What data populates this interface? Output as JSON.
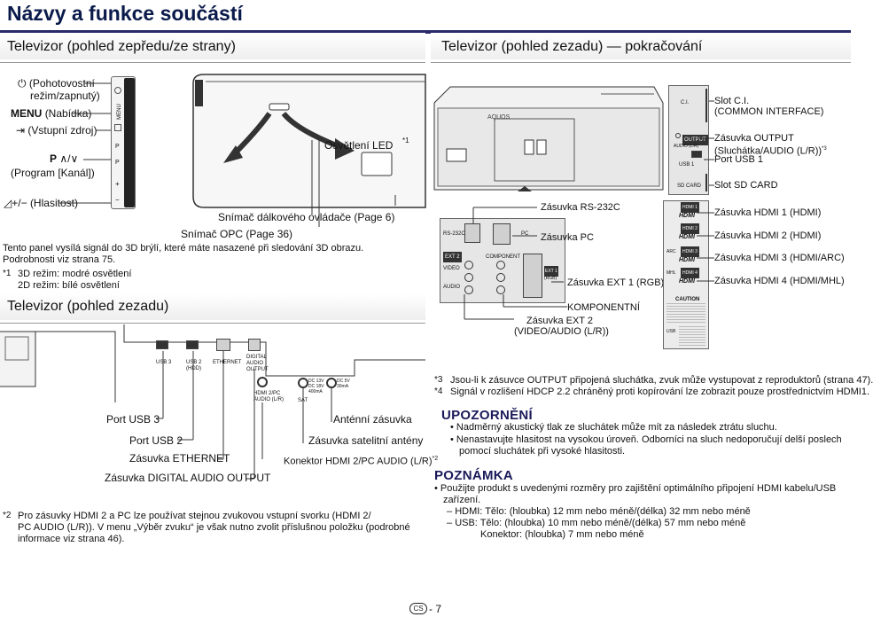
{
  "page": {
    "title": "Názvy a funkce součástí",
    "footer_badge": "CS",
    "footer_page": "- 7"
  },
  "sections": {
    "front_title": "Televizor (pohled zepředu/ze strany)",
    "rear_continued_title": "Televizor (pohled zezadu) — pokračování",
    "rear_title": "Televizor (pohled zezadu)"
  },
  "front_labels": {
    "power_line1": "(Pohotovostní",
    "power_line2": "režim/zapnutý)",
    "menu_key": "MENU",
    "menu_text": "(Nabídka)",
    "input": "(Vstupní zdroj)",
    "program_key": "P",
    "program_text": "(Program [Kanál])",
    "volume_key": "+/−",
    "volume_text": "(Hlasitost)",
    "led": "Osvětlení LED",
    "led_footnote_mark": "*1",
    "remote_sensor": "Snímač dálkového ovládače (Page 6)",
    "opc_sensor": "Snímač OPC (Page 36)",
    "panel_note_1": "Tento panel vysílá signál do 3D brýlí, které máte nasazené při sledování 3D obrazu.",
    "panel_note_2": "Podrobnosti viz strana 75.",
    "fn1_mark": "*1",
    "fn1_line1": "3D režim: modré osvětlení",
    "fn1_line2": "2D režim: bílé osvětlení",
    "side_button_letters": [
      "MENU",
      "P",
      "P",
      "+",
      "−"
    ]
  },
  "rear_continued_labels": {
    "logo": "AQUOS",
    "ci_slot_line1": "Slot C.I.",
    "ci_slot_line2": "(COMMON INTERFACE)",
    "output_line1": "Zásuvka OUTPUT",
    "output_line2": "(Sluchátka/AUDIO (L/R))",
    "output_mark": "*3",
    "usb1": "Port USB 1",
    "sd": "Slot SD CARD",
    "rs232c": "Zásuvka RS-232C",
    "pc": "Zásuvka PC",
    "ext1": "Zásuvka EXT 1 (RGB)",
    "component": "KOMPONENTNÍ",
    "ext2_line1": "Zásuvka EXT 2",
    "ext2_line2": "(VIDEO/AUDIO (L/R))",
    "hdmi1": "Zásuvka HDMI 1 (HDMI)",
    "hdmi2": "Zásuvka HDMI 2 (HDMI)",
    "hdmi3": "Zásuvka HDMI 3 (HDMI/ARC)",
    "hdmi4": "Zásuvka HDMI 4 (HDMI/MHL)",
    "panel_ci": "C.I.",
    "panel_output": "OUTPUT",
    "panel_audio": "AUDIO (L/R)",
    "panel_usb1": "USB 1",
    "panel_sd": "SD CARD",
    "panel_hdmi_labels": [
      "HDMI 1",
      "HDMI 2",
      "HDMI 3",
      "HDMI 4"
    ],
    "panel_hdmi_logo": "HDMI",
    "panel_arc": "ARC",
    "panel_mhl": "MHL",
    "panel_rs232c": "RS-232C",
    "panel_pc": "PC",
    "panel_ext2": "EXT 2",
    "panel_component": "COMPONENT",
    "panel_video": "VIDEO",
    "panel_audio_lr": "AUDIO",
    "panel_ext1": "EXT 1",
    "panel_rgb": "(RGB)",
    "panel_caution": "CAUTION",
    "panel_usb": "USB"
  },
  "rear_labels": {
    "usb3": "Port USB 3",
    "usb2": "Port USB 2",
    "ethernet": "Zásuvka ETHERNET",
    "digital_audio": "Zásuvka DIGITAL AUDIO OUTPUT",
    "antenna": "Anténní zásuvka",
    "satellite": "Zásuvka satelitní antény",
    "hdmi2pc_audio": "Konektor HDMI 2/PC AUDIO (L/R)",
    "hdmi2pc_mark": "*2",
    "panel_usb3": "USB 3",
    "panel_usb2": "USB 2",
    "panel_usb2_sub": "(HDD)",
    "panel_ethernet": "ETHERNET",
    "panel_digital_1": "DIGITAL",
    "panel_digital_2": "AUDIO",
    "panel_digital_3": "OUTPUT",
    "panel_hdmi2pc_1": "HDMI 2/PC",
    "panel_hdmi2pc_2": "AUDIO (L/R)",
    "panel_dc13": "DC 13V",
    "panel_dc18": "DC 18V",
    "panel_400ma": "400mA",
    "panel_dc5": "DC 5V",
    "panel_30ma": "30mA",
    "panel_sat": "SAT"
  },
  "footnotes": {
    "fn2_mark": "*2",
    "fn2_line1": "Pro zásuvky HDMI 2 a PC lze používat stejnou zvukovou vstupní svorku (HDMI 2/",
    "fn2_line2": "PC AUDIO (L/R)). V menu „Výběr zvuku“ je však nutno zvolit příslušnou položku (podrobné",
    "fn2_line3": "informace viz strana 46).",
    "fn3_mark": "*3",
    "fn3_text": "Jsou-li k zásuvce OUTPUT připojená sluchátka, zvuk může vystupovat z reproduktorů (strana 47).",
    "fn4_mark": "*4",
    "fn4_text": "Signál v rozlišení HDCP 2.2 chráněný proti kopírování lze zobrazit pouze prostřednictvím HDMI1."
  },
  "caution": {
    "title": "UPOZORNĚNÍ",
    "item1": "Nadměrný akustický tlak ze sluchátek může mít za následek ztrátu sluchu.",
    "item2_line1": "Nenastavujte hlasitost na vysokou úroveň. Odborníci na sluch nedoporučují delší poslech",
    "item2_line2": "pomocí sluchátek při vysoké hlasitosti."
  },
  "note": {
    "title": "POZNÁMKA",
    "item1_line1": "Použijte produkt s uvedenými rozměry pro zajištění optimálního připojení HDMI kabelu/USB",
    "item1_line2": "zařízení.",
    "sub1": "HDMI: Tělo: (hloubka) 12 mm nebo méně/(délka) 32 mm nebo méně",
    "sub2": "USB: Tělo: (hloubka) 10 mm nebo méně/(délka) 57 mm nebo méně",
    "sub3": "Konektor: (hloubka) 7 mm nebo méně",
    "dash": "–"
  },
  "colors": {
    "title": "#0a1a4a",
    "rule": "#2a2a6a",
    "warning_title": "#1a1a5a",
    "panel_gray": "#e6e6e6",
    "port_dark": "#333333"
  }
}
